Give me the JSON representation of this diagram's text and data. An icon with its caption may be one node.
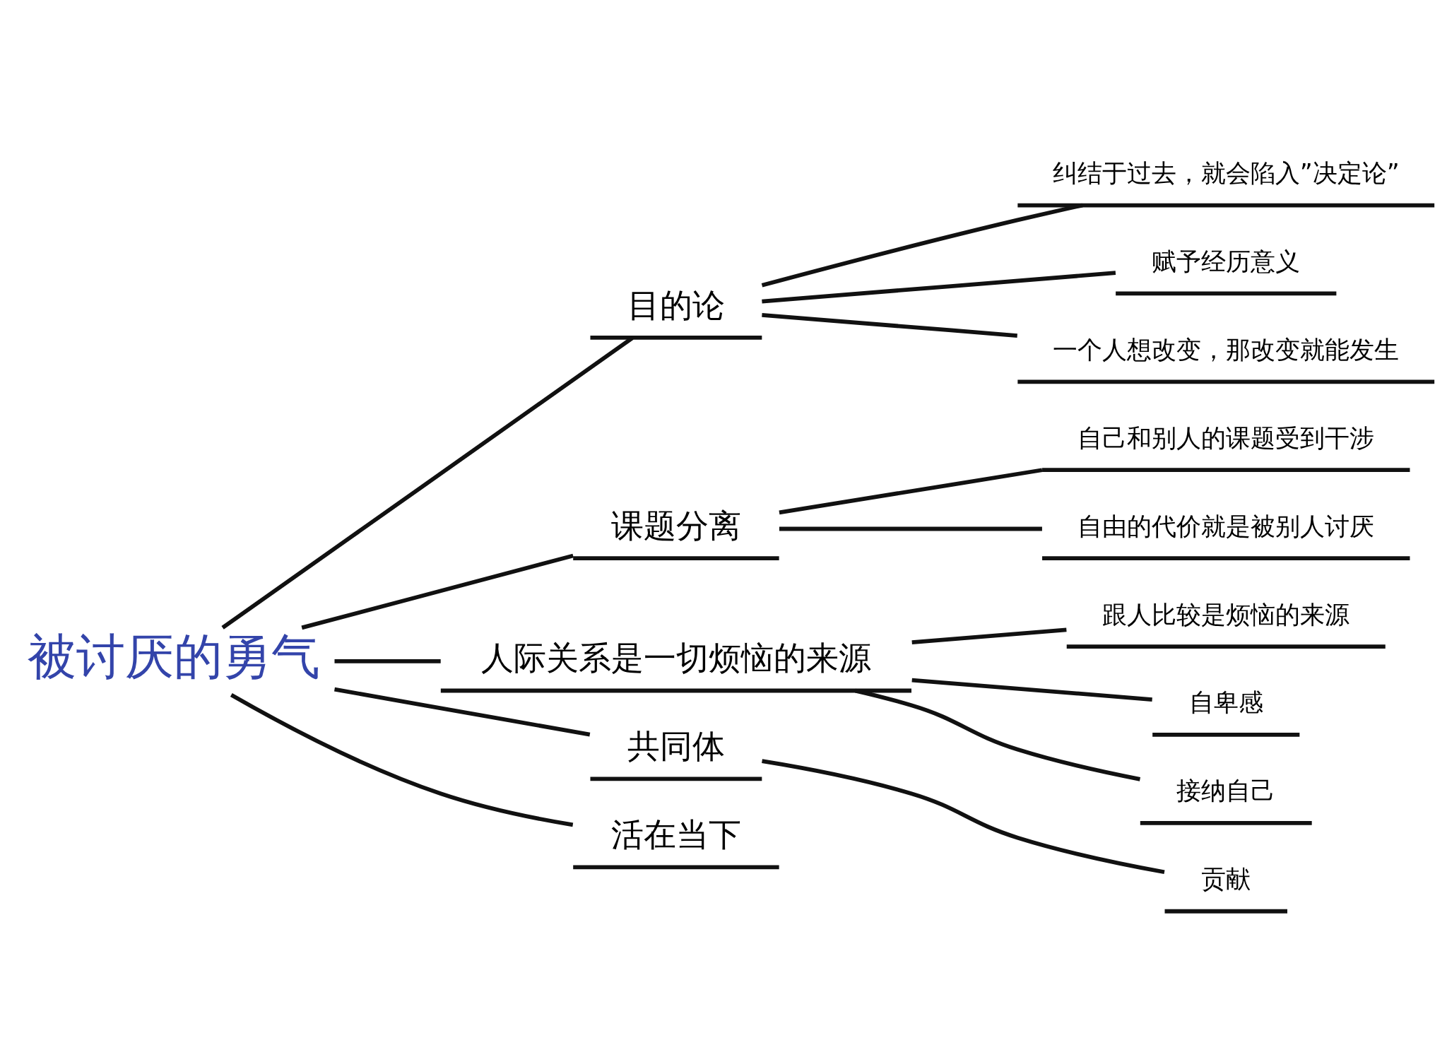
{
  "diagram": {
    "nodes": [
      {
        "text": [
          "被讨厌的勇气"
        ]
      },
      {
        "text": [
          "目的论"
        ]
      },
      {
        "text": [
          "纠结于过去，就会陷入”决定论”"
        ]
      },
      {
        "text": [
          "赋予经历意义"
        ]
      },
      {
        "text": [
          "一个人想改变，那改变就能发生"
        ]
      },
      {
        "text": [
          "课题分离"
        ]
      },
      {
        "text": [
          "自己和别人的课题受到干涉"
        ]
      },
      {
        "text": [
          "自由的代价就是被别人讨厌"
        ]
      },
      {
        "text": [
          "人际关系是一切烦恼的来源"
        ]
      },
      {
        "text": [
          "跟人比较是烦恼的来源"
        ]
      },
      {
        "text": [
          "自卑感"
        ]
      },
      {
        "text": [
          "接纳自己"
        ]
      },
      {
        "text": [
          "共同体"
        ]
      },
      {
        "text": [
          "贡献"
        ]
      },
      {
        "text": [
          "活在当下"
        ]
      }
    ],
    "edges": [
      {
        "from": 0,
        "to": 1,
        "arrow": "none"
      },
      {
        "from": 1,
        "to": 2,
        "arrow": "none"
      },
      {
        "from": 1,
        "to": 3,
        "arrow": "none"
      },
      {
        "from": 1,
        "to": 4,
        "arrow": "none"
      },
      {
        "from": 0,
        "to": 5,
        "arrow": "none"
      },
      {
        "from": 5,
        "to": 6,
        "arrow": "none"
      },
      {
        "from": 5,
        "to": 7,
        "arrow": "none"
      },
      {
        "from": 0,
        "to": 8,
        "arrow": "none"
      },
      {
        "from": 8,
        "to": 9,
        "arrow": "none"
      },
      {
        "from": 8,
        "to": 10,
        "arrow": "none"
      },
      {
        "from": 8,
        "to": 11,
        "arrow": "none"
      },
      {
        "from": 0,
        "to": 12,
        "arrow": "none"
      },
      {
        "from": 12,
        "to": 13,
        "arrow": "none"
      },
      {
        "from": 0,
        "to": 14,
        "arrow": "none"
      }
    ]
  }
}
